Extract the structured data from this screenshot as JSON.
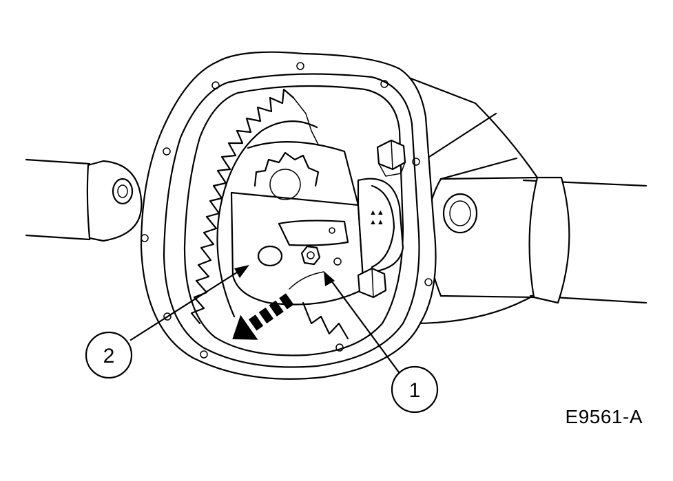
{
  "figure": {
    "id_label": "E9561-A",
    "callouts": [
      {
        "number": "1"
      },
      {
        "number": "2"
      }
    ],
    "colors": {
      "ink": "#000000",
      "paper": "#ffffff"
    },
    "icons": [
      "direction-arrow-icon"
    ]
  }
}
